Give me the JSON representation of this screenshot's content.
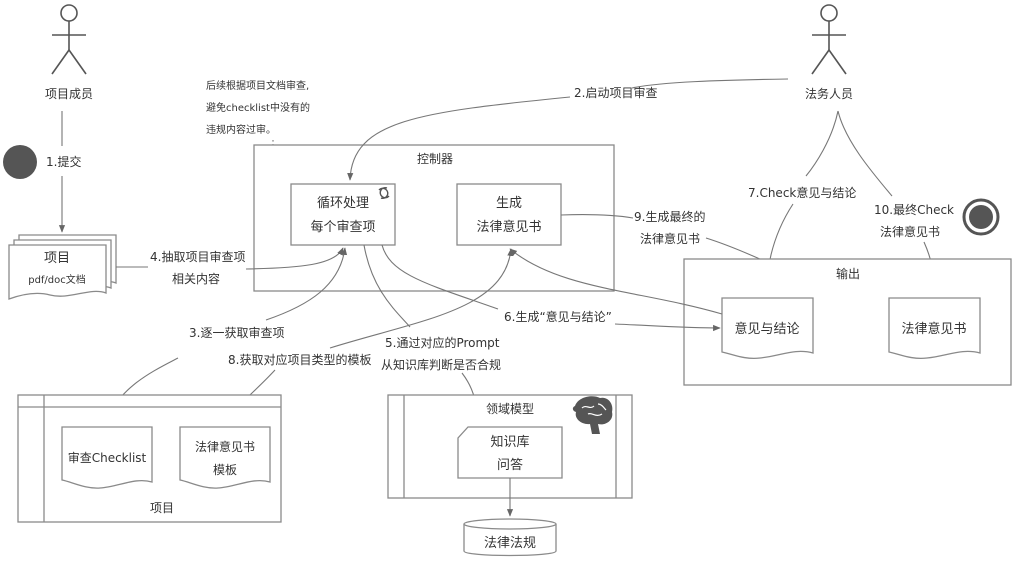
{
  "actors": {
    "project_member": "项目成员",
    "legal_staff": "法务人员"
  },
  "note": {
    "lines": [
      "后续根据项目文档审查,",
      "避免checklist中没有的",
      "违规内容过审。"
    ]
  },
  "controller": {
    "title": "控制器",
    "loop_box": {
      "line1": "循环处理",
      "line2": "每个审查项",
      "icon": "refresh-icon"
    },
    "generate_box": {
      "line1": "生成",
      "line2": "法律意见书"
    }
  },
  "project_doc": {
    "line1": "项目",
    "line2": "pdf/doc文档"
  },
  "project_container": {
    "title": "项目",
    "checklist": "审查Checklist",
    "template": {
      "line1": "法律意见书",
      "line2": "模板"
    }
  },
  "domain_model": {
    "title": "领域模型",
    "icon": "brain-icon",
    "kb_box": {
      "line1": "知识库",
      "line2": "问答"
    },
    "database": "法律法规"
  },
  "output": {
    "title": "输出",
    "opinion": "意见与结论",
    "legal_opinion": "法律意见书"
  },
  "steps": {
    "s1": "1.提交",
    "s2": "2.启动项目审查",
    "s3": "3.逐一获取审查项",
    "s4": [
      "4.抽取项目审查项",
      "相关内容"
    ],
    "s5": [
      "5.通过对应的Prompt",
      "从知识库判断是否合规"
    ],
    "s6": "6.生成“意见与结论”",
    "s7": "7.Check意见与结论",
    "s8": "8.获取对应项目类型的模板",
    "s9": [
      "9.生成最终的",
      "法律意见书"
    ],
    "s10": [
      "10.最终Check",
      "法律意见书"
    ]
  },
  "colors": {
    "line": "#777777",
    "border": "#8a8a8a",
    "node_fill": "#555555"
  }
}
